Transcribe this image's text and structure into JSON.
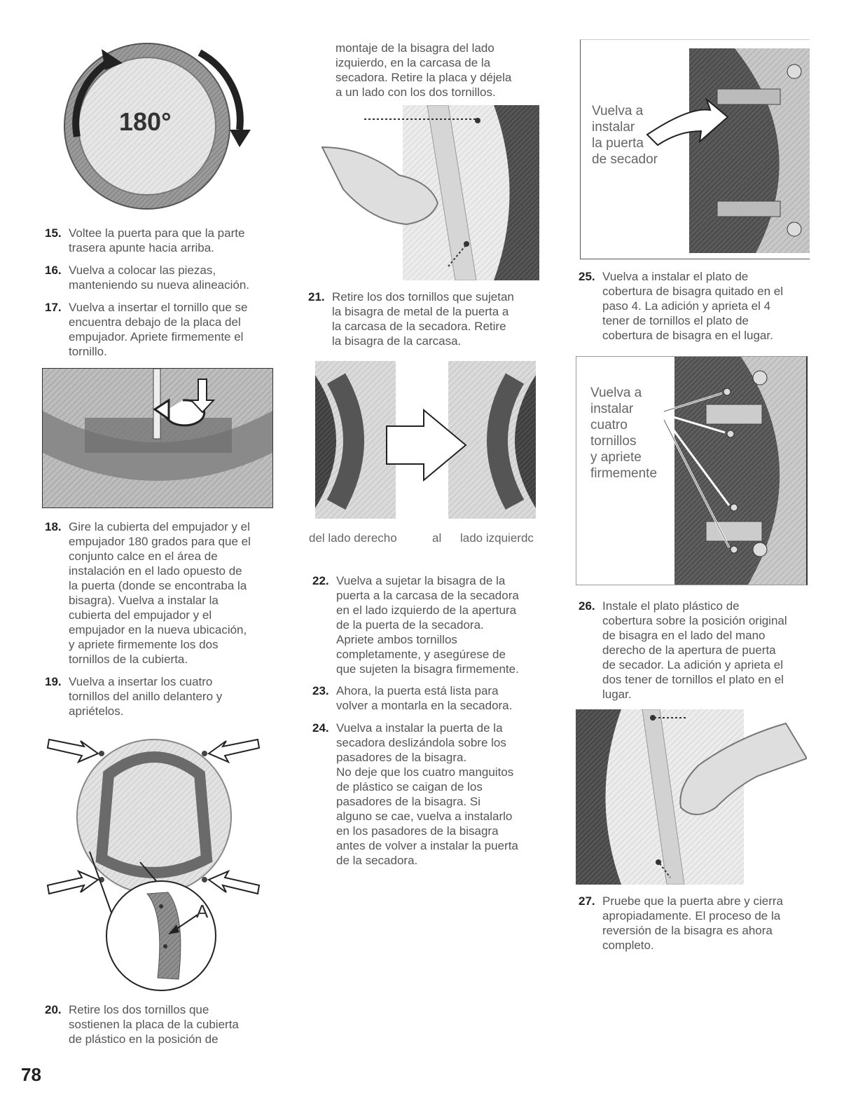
{
  "steps": {
    "s15": {
      "num": "15.",
      "text": "Voltee la puerta para que la parte\ntrasera apunte hacia arriba."
    },
    "s16": {
      "num": "16.",
      "text": "Vuelva a colocar las piezas,\nmanteniendo su nueva alineación."
    },
    "s17": {
      "num": "17.",
      "text": "Vuelva a insertar el tornillo que se\nencuentra debajo de la placa del\nempujador.  Apriete firmemente el\ntornillo."
    },
    "s18": {
      "num": "18.",
      "text": "Gire la cubierta del empujador y el\nempujador 180 grados para que el\nconjunto calce en el área de\ninstalación en el lado opuesto de\nla puerta (donde se encontraba la\nbisagra). Vuelva a instalar la\ncubierta del empujador y el\nempujador en la nueva ubicación,\ny apriete firmemente los dos\ntornillos de la cubierta."
    },
    "s19": {
      "num": "19.",
      "text": "Vuelva a insertar los cuatro\ntornillos del anillo delantero y\napriételos."
    },
    "s20": {
      "num": "20.",
      "text": "Retire los dos tornillos que\nsostienen la placa de la cubierta\nde plástico en la posición de"
    },
    "s20_cont": "montaje de la bisagra del lado\nizquierdo, en la carcasa de la\nsecadora.  Retire la placa y déjela\na un lado con los dos tornillos.",
    "s21": {
      "num": "21.",
      "text": "Retire los dos tornillos que sujetan\nla bisagra de metal de la puerta a\nla carcasa de la secadora.  Retire\nla bisagra de la carcasa."
    },
    "s22": {
      "num": "22.",
      "text": "Vuelva a sujetar la bisagra de la\npuerta a la carcasa de la secadora\nen el lado izquierdo de la apertura\nde la puerta de la secadora.\nApriete ambos tornillos\ncompletamente, y asegúrese de\nque sujeten la bisagra firmemente."
    },
    "s23": {
      "num": "23.",
      "text": "Ahora, la puerta está lista para\nvolver a montarla en la secadora."
    },
    "s24": {
      "num": "24.",
      "text": "Vuelva a instalar la puerta de la\nsecadora deslizándola sobre los\npasadores de la bisagra.\nNo deje que los cuatro manguitos\nde plástico se caigan de los\npasadores de la bisagra.  Si\nalguno se cae, vuelva a instalarlo\nen los pasadores de la bisagra\nantes de volver a instalar la puerta\nde la secadora."
    },
    "s25": {
      "num": "25.",
      "text": "Vuelva a instalar el plato de\ncobertura de bisagra quitado en el\npaso 4. La adición y aprieta el 4\ntener de tornillos el plato de\ncobertura de bisagra en el lugar."
    },
    "s26": {
      "num": "26.",
      "text": "Instale el plato plástico de\ncobertura sobre la posición original\nde bisagra en el lado del mano\nderecho de la apertura de puerta\nde secador. La adición y aprieta el\ndos tener de tornillos el plato en el\nlugar."
    },
    "s27": {
      "num": "27.",
      "text": "Pruebe que la puerta abre y cierra\napropiadamente. El proceso de la\nreversión de la bisagra es ahora\ncompleto."
    }
  },
  "figures": {
    "rotate_label": "180°",
    "callout_a": "A",
    "caption_left": "del lado derecho",
    "caption_mid": "al",
    "caption_right": "lado izquierdc",
    "reinstall_door": "Vuelva a\ninstalar\nla puerta\nde secador",
    "reinstall_screws": "Vuelva a\ninstalar\ncuatro\ntornillos\ny apriete\nfirmemente"
  },
  "page_number": "78"
}
